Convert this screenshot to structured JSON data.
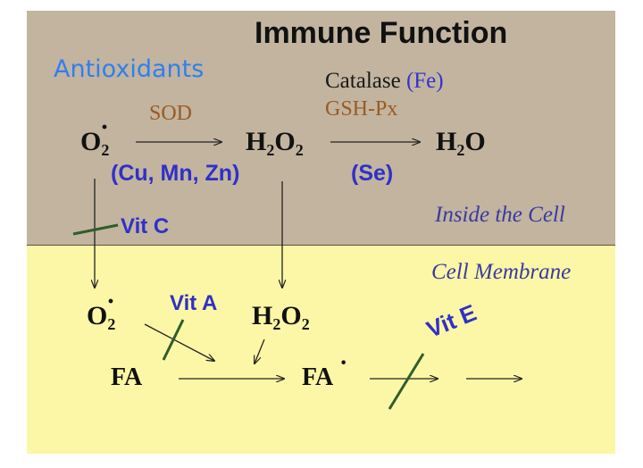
{
  "title": "Immune Function",
  "antioxidants_label": "Antioxidants",
  "upper": {
    "sod": "SOD",
    "superoxide": {
      "base": "O",
      "sub": "2",
      "dot": "·"
    },
    "peroxide": {
      "h": "H",
      "sub1": "2",
      "o": "O",
      "sub2": "2"
    },
    "water": {
      "h": "H",
      "sub": "2",
      "o": "O"
    },
    "catalase": "Catalase",
    "catalase_cofactor": "(Fe)",
    "gshpx": "GSH-Px",
    "sod_cofactors": "(Cu, Mn, Zn)",
    "gshpx_cofactor": "(Se)",
    "region_label": "Inside the Cell"
  },
  "vitamins": {
    "c": "Vit C",
    "a": "Vit A",
    "e": "Vit E"
  },
  "lower": {
    "region_label": "Cell Membrane",
    "superoxide": {
      "base": "O",
      "sub": "2",
      "dot": "·"
    },
    "peroxide": {
      "h": "H",
      "sub1": "2",
      "o": "O",
      "sub2": "2"
    },
    "fa": "FA",
    "fa_radical": {
      "base": "FA",
      "dot": "·"
    }
  },
  "colors": {
    "upper_bg": "#c2b49f",
    "lower_bg": "#fcf7a6",
    "antioxidants": "#2f7ff0",
    "enzyme_brown": "#9b5a22",
    "vitamin_blue": "#3030c8",
    "block_line": "#2f5d2a"
  }
}
